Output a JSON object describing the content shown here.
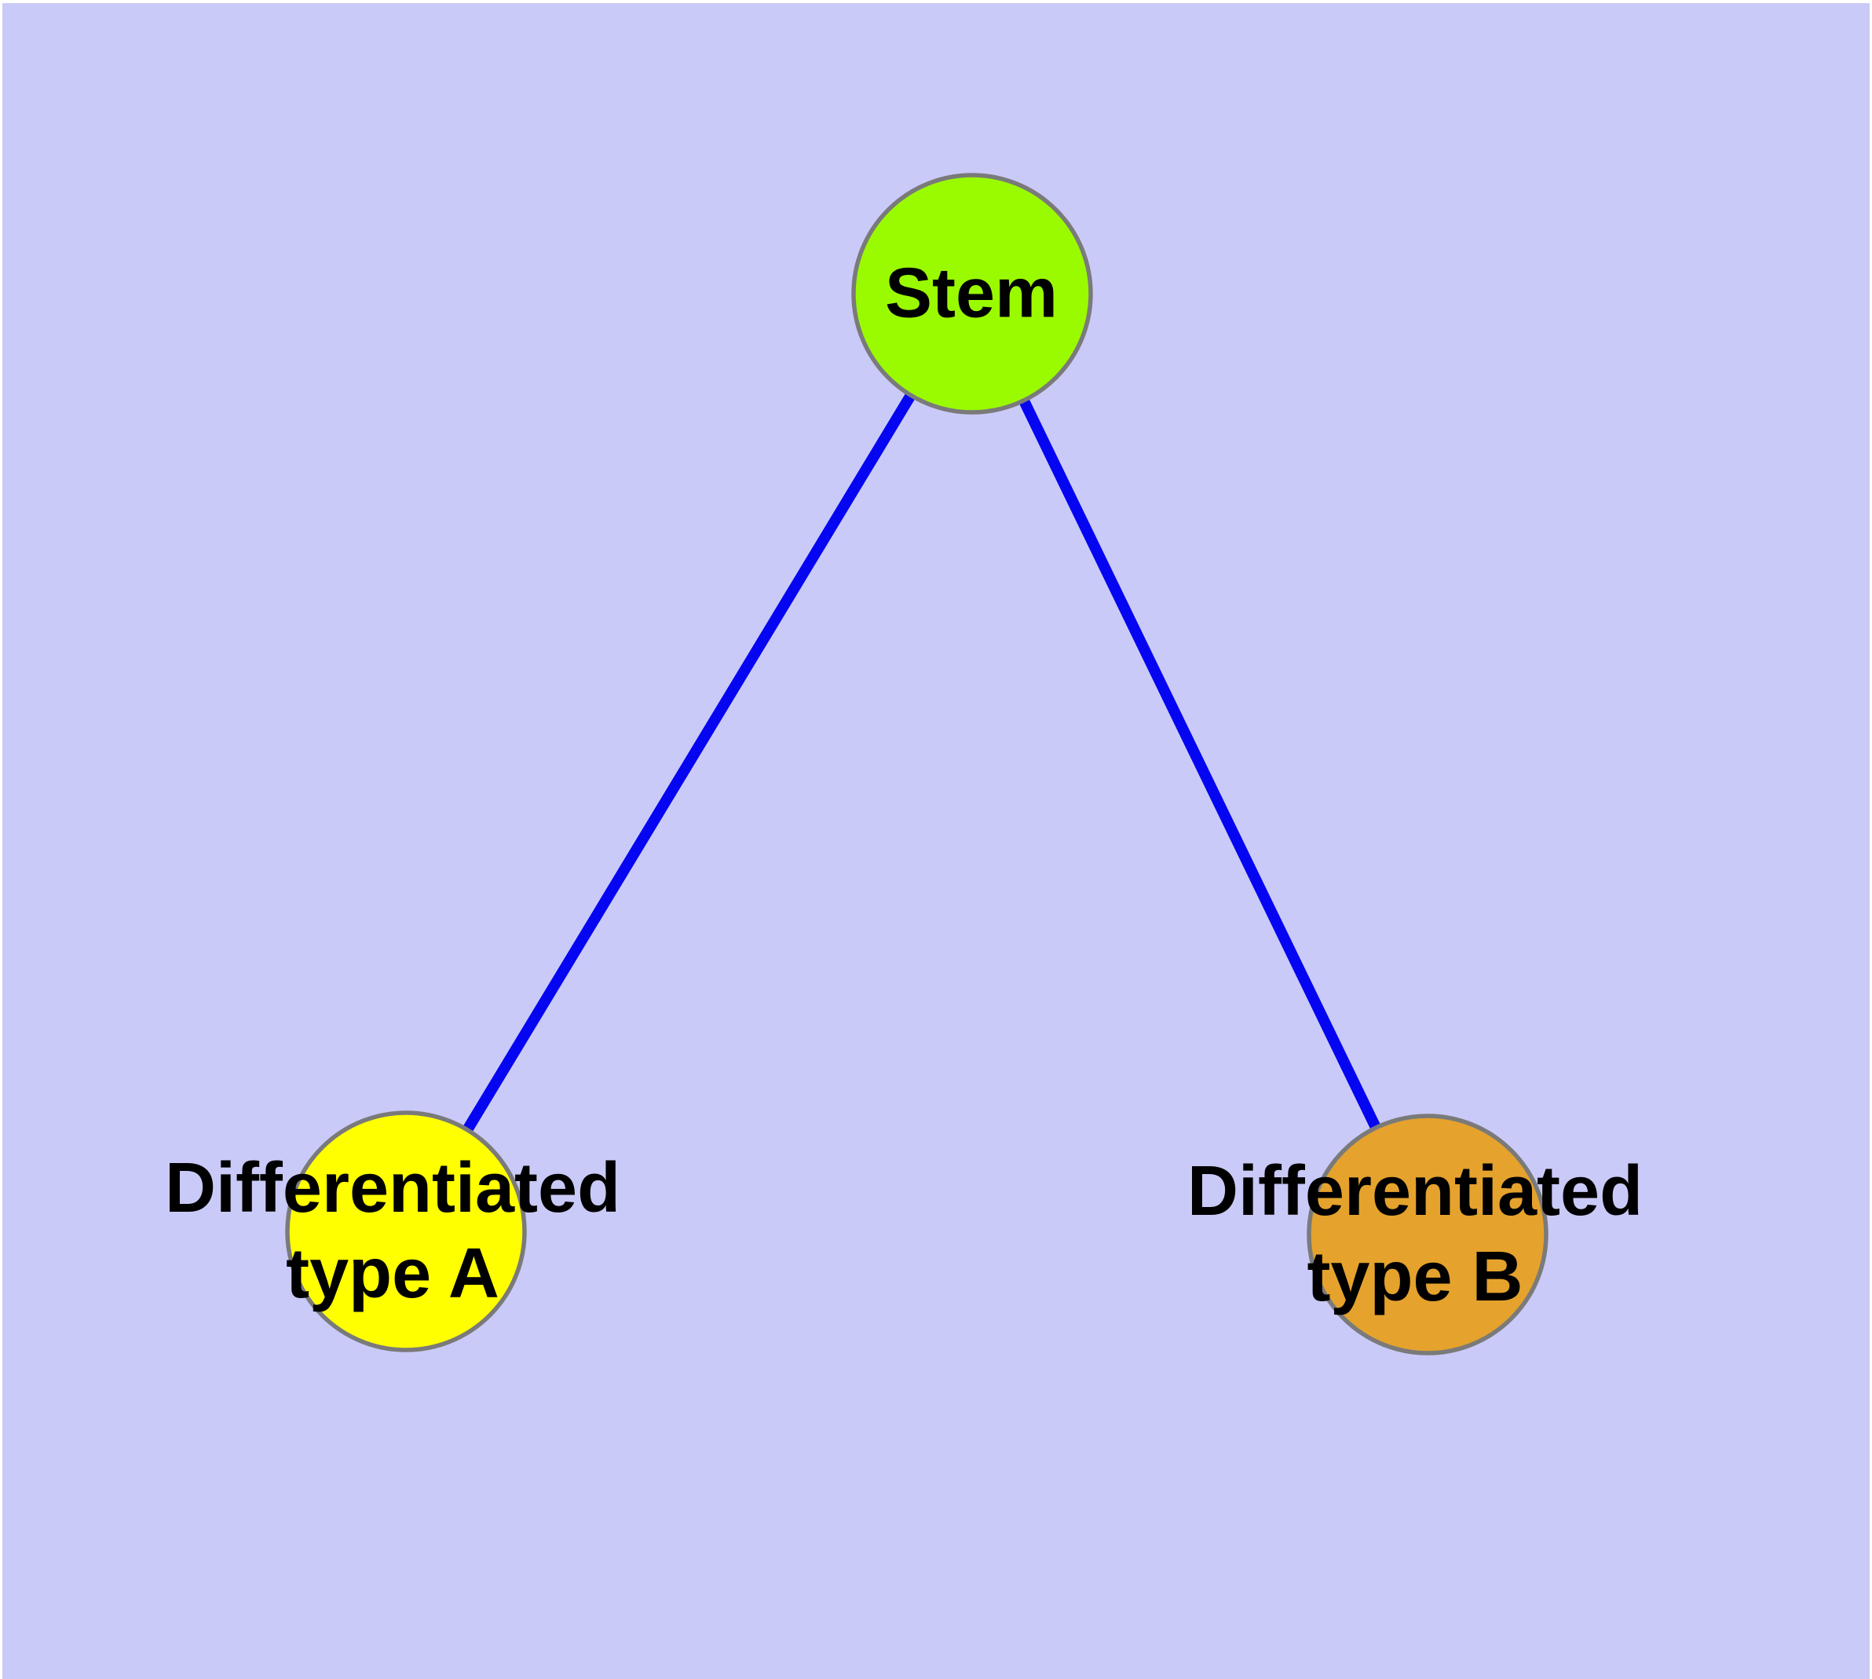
{
  "diagram": {
    "background_color": "#CACAF8",
    "frame_color": "#FFFFFF",
    "edge_color": "#0505F2",
    "node_border_color": "#7A7A7A",
    "label_color": "#000000",
    "nodes": [
      {
        "id": "stem",
        "label": "Stem",
        "fill": "#9AFB00"
      },
      {
        "id": "differentiated-type-a",
        "label_line1": "Differentiated",
        "label_line2": "type A",
        "fill": "#FFFF00"
      },
      {
        "id": "differentiated-type-b",
        "label_line1": "Differentiated",
        "label_line2": "type B",
        "fill": "#E5A22C"
      }
    ],
    "edges": [
      {
        "from": "stem",
        "to": "differentiated-type-a"
      },
      {
        "from": "stem",
        "to": "differentiated-type-b"
      }
    ]
  }
}
